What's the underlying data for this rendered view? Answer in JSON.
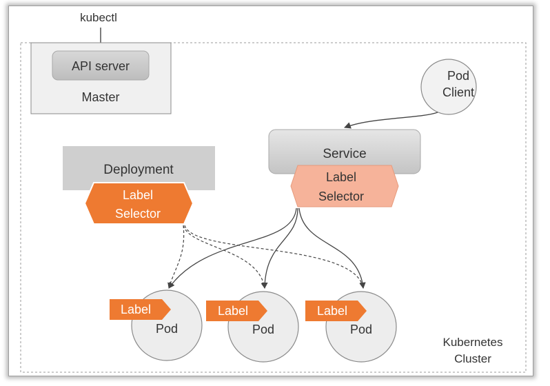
{
  "kubectl": {
    "label": "kubectl"
  },
  "master": {
    "api_label": "API server",
    "label": "Master"
  },
  "pod_client": {
    "line1": "Pod",
    "line2": "Client"
  },
  "service": {
    "label": "Service"
  },
  "service_selector": {
    "line1": "Label",
    "line2": "Selector"
  },
  "deployment": {
    "label": "Deployment"
  },
  "deployment_selector": {
    "line1": "Label",
    "line2": "Selector"
  },
  "pods": [
    {
      "label": "Pod",
      "tag": "Label"
    },
    {
      "label": "Pod",
      "tag": "Label"
    },
    {
      "label": "Pod",
      "tag": "Label"
    }
  ],
  "cluster": {
    "line1": "Kubernetes",
    "line2": "Cluster"
  },
  "colors": {
    "selector_dark": "#ee7a31",
    "selector_light": "#f6b39a",
    "box_gray": "#cfcfcf",
    "text_dark": "#333333"
  }
}
